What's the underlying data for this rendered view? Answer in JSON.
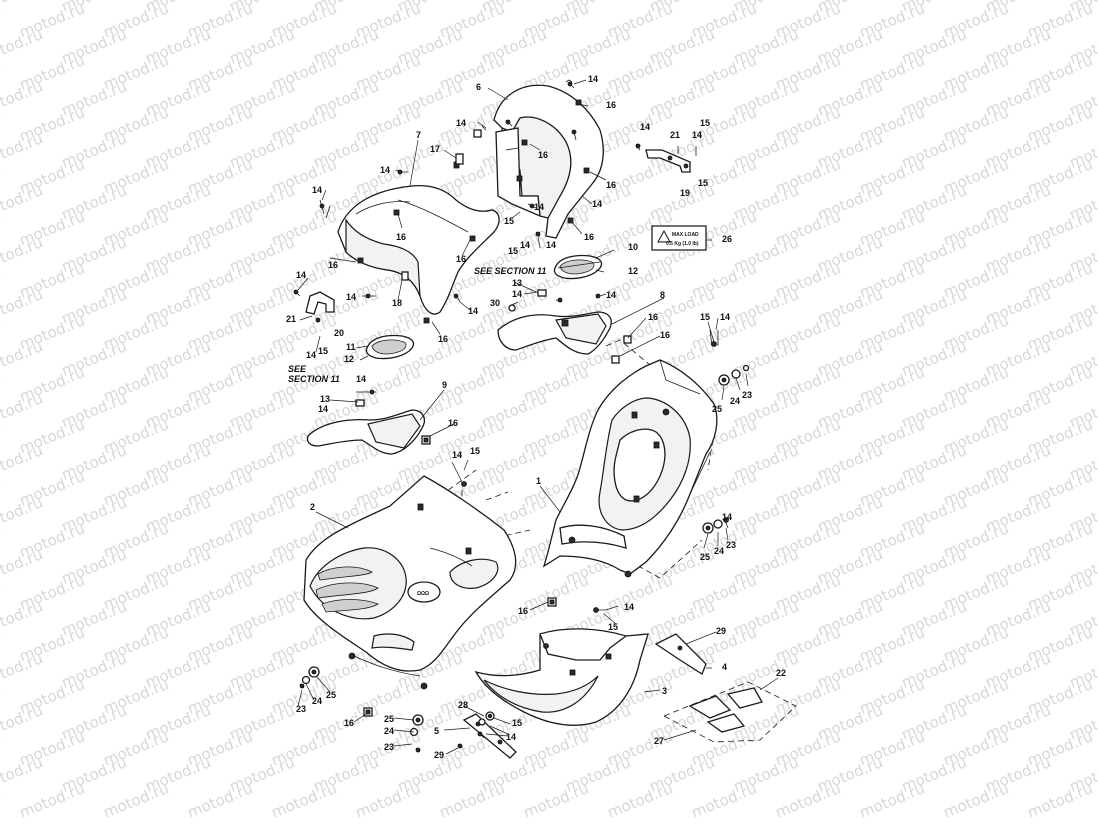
{
  "watermark": {
    "text": "motod.ru",
    "color": "#d7d7d7"
  },
  "callouts": {
    "c1": "1",
    "c2": "2",
    "c3": "3",
    "c4": "4",
    "c5": "5",
    "c6": "6",
    "c7": "7",
    "c8": "8",
    "c9": "9",
    "c10": "10",
    "c11": "11",
    "c12": "12",
    "c13": "13",
    "c14": "14",
    "c15": "15",
    "c16": "16",
    "c17": "17",
    "c18": "18",
    "c19": "19",
    "c20": "20",
    "c21": "21",
    "c22": "22",
    "c23": "23",
    "c24": "24",
    "c25": "25",
    "c26": "26",
    "c27": "27",
    "c28": "28",
    "c29": "29",
    "c30": "30"
  },
  "section_refs": {
    "see_section_11": "SEE SECTION 11",
    "see": "SEE",
    "section_11": "SECTION 11"
  },
  "max_load_label": {
    "line1": "MAX LOAD",
    "line2": "0.5 Kg (1.0 lb)"
  },
  "emblem_text": "ΩΩΩ"
}
